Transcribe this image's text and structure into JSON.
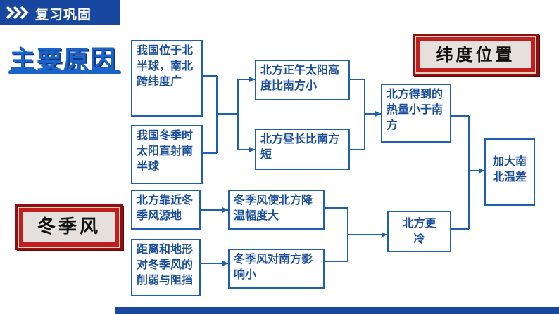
{
  "header": {
    "title": "复习巩固"
  },
  "main_title": "主要原因",
  "badges": {
    "latitude": "纬度位置",
    "monsoon": "冬季风"
  },
  "boxes": {
    "b1": "我国位于北半球，南北跨纬度广",
    "b2": "我国冬季时太阳直射南半球",
    "b3": "北方正午太阳高度比南方小",
    "b4": "北方昼长比南方短",
    "b5": "北方得到的热量小于南方",
    "b6": "加大南北温差",
    "b7": "北方靠近冬季风源地",
    "b8": "冬季风使北方降温幅度大",
    "b9": "距离和地形对冬季风的削弱与阻挡",
    "b10": "冬季风对南方影响小",
    "b11": "北方更冷"
  },
  "colors": {
    "header_bg": "#17479e",
    "box_border": "#1f5fb3",
    "box_text": "#1b4f9c",
    "badge_red": "#c01f1f"
  }
}
